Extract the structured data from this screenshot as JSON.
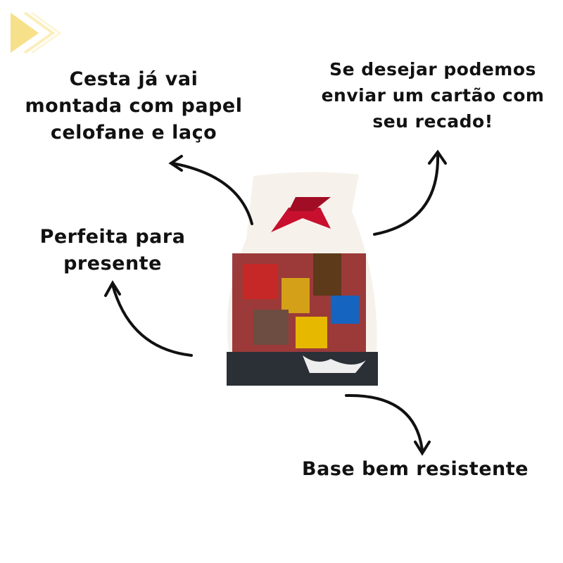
{
  "captions": {
    "top_left": [
      "Cesta já vai",
      "montada com papel",
      "celofane e laço"
    ],
    "top_right": [
      "Se desejar podemos",
      "enviar um cartão com",
      "seu recado!"
    ],
    "middle_left": [
      "Perfeita para",
      "presente"
    ],
    "bottom_right": "Base bem resistente"
  },
  "colors": {
    "logo": "#f7e08a",
    "bow": "#c8102e",
    "base": "#2b2f36",
    "text": "#111111"
  }
}
